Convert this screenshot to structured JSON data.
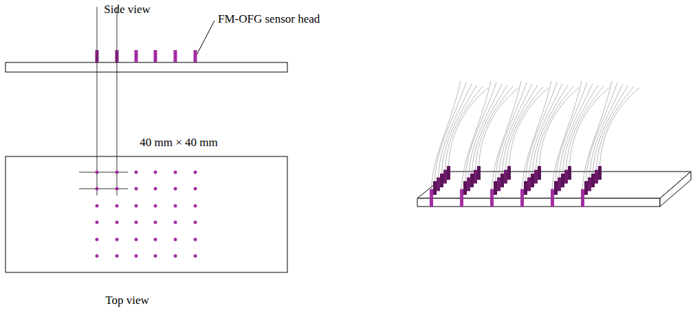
{
  "diagram": {
    "labels": [
      "Side view",
      "FM-OFG sensor head",
      "40 mm × 40 mm",
      "Top view"
    ]
  }
}
